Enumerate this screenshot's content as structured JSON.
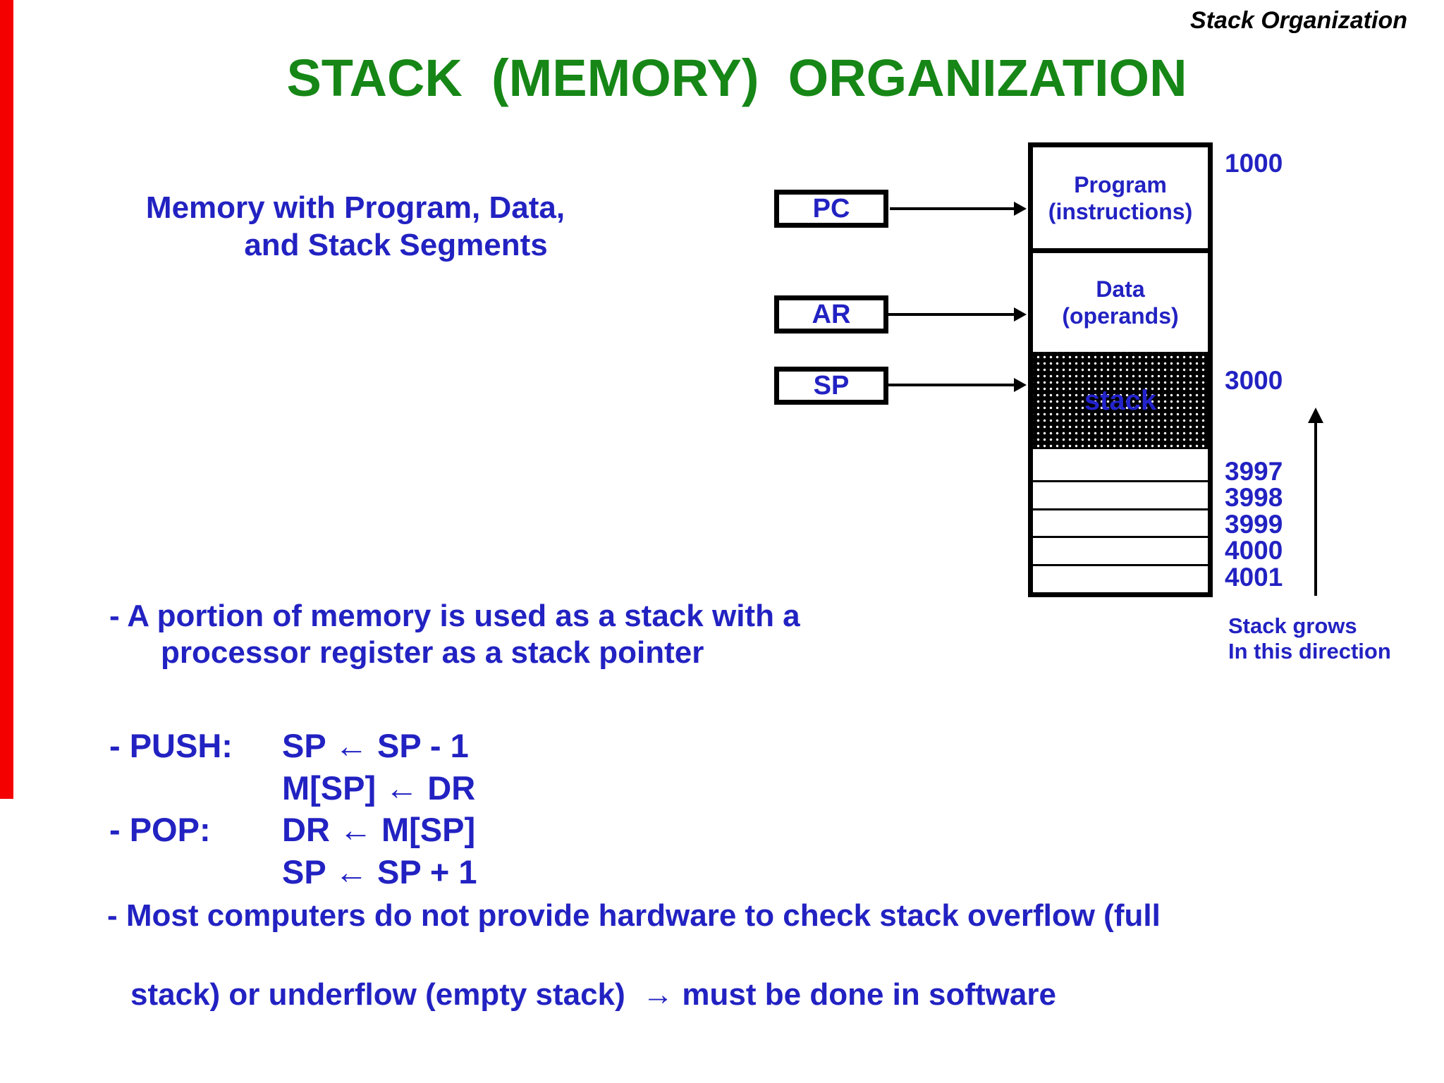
{
  "slide": {
    "corner_label": "Stack Organization",
    "title": "STACK  (MEMORY)  ORGANIZATION",
    "caption_line1": "Memory with Program, Data,",
    "caption_line2": "and Stack Segments"
  },
  "diagram": {
    "registers": [
      {
        "label": "PC"
      },
      {
        "label": "AR"
      },
      {
        "label": "SP"
      }
    ],
    "memory": {
      "program_line1": "Program",
      "program_line2": "(instructions)",
      "data_line1": "Data",
      "data_line2": "(operands)",
      "stack_label": "stack",
      "addresses": {
        "program_start": "1000",
        "stack_start": "3000",
        "rows": [
          "3997",
          "3998",
          "3999",
          "4000",
          "4001"
        ]
      }
    },
    "grow_note_line1": "Stack grows",
    "grow_note_line2": "In this direction"
  },
  "bullets": {
    "portion_line1": "- A portion of memory is used as a stack with a",
    "portion_line2": "processor register as a stack pointer",
    "push_label": "- PUSH:",
    "push_op1": "SP ← SP - 1",
    "push_op2": "M[SP] ← DR",
    "pop_label": "- POP:",
    "pop_op1": "DR ← M[SP]",
    "pop_op2": "SP ← SP + 1",
    "overflow_line1": "- Most computers do not provide hardware to check stack overflow (full",
    "overflow_line2": "stack) or underflow (empty stack)  → must be done in software"
  },
  "colors": {
    "text_blue": "#2222c2",
    "title_green": "#168616",
    "bar_red": "#f50000",
    "ink_black": "#000000"
  }
}
